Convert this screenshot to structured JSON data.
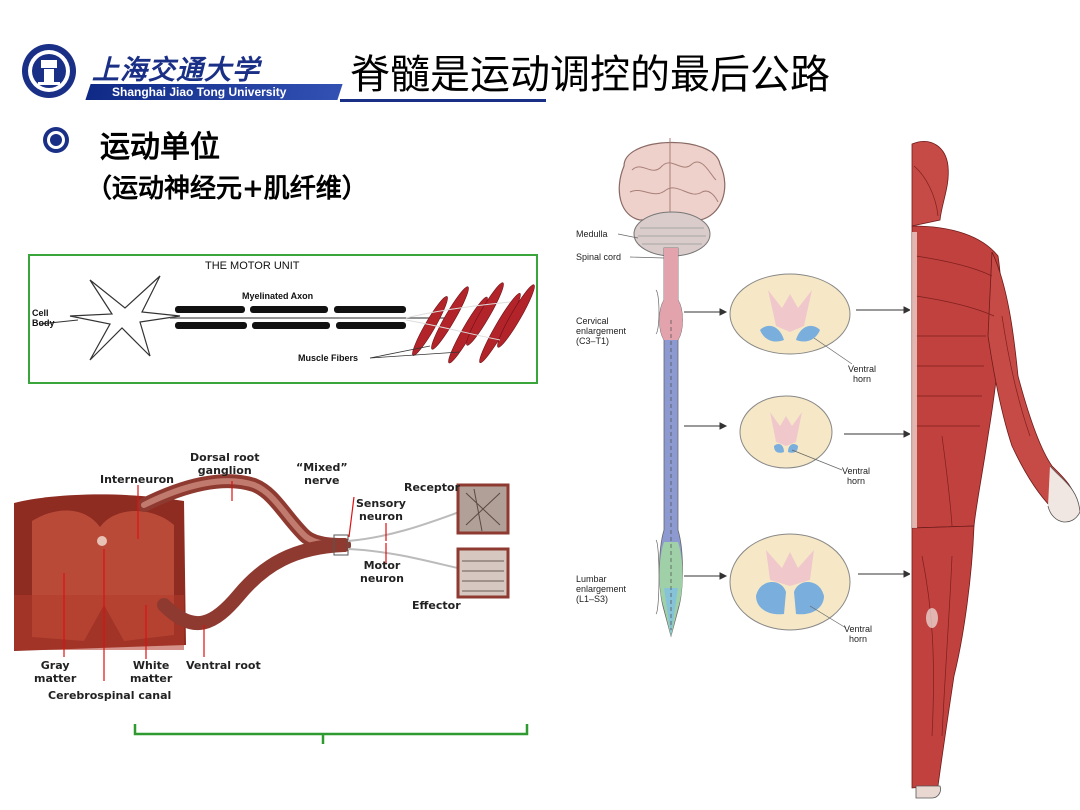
{
  "header": {
    "university_cn": "上海交通大学",
    "university_en": "Shanghai Jiao Tong University",
    "slide_title": "脊髓是运动调控的最后公路"
  },
  "bullet": {
    "heading": "运动单位",
    "subheading": "（运动神经元+肌纤维）"
  },
  "motor_unit_figure": {
    "title": "THE MOTOR UNIT",
    "axon_label": "Myelinated Axon",
    "cell_body_label": "Cell\nBody",
    "muscle_label": "Muscle Fibers",
    "border_color": "#3aa53a"
  },
  "reflex_figure": {
    "labels": {
      "dorsal_root_ganglion": "Dorsal root\nganglion",
      "interneuron": "Interneuron",
      "mixed_nerve": "“Mixed”\nnerve",
      "receptor": "Receptor",
      "sensory_neuron": "Sensory\nneuron",
      "motor_neuron": "Motor\nneuron",
      "effector": "Effector",
      "gray_matter": "Gray\nmatter",
      "white_matter": "White\nmatter",
      "ventral_root": "Ventral root",
      "cerebrospinal_canal": "Cerebrospinal canal"
    }
  },
  "cord_figure": {
    "labels": {
      "medulla": "Medulla",
      "spinal_cord": "Spinal cord",
      "cervical": "Cervical\nenlargement\n(C3–T1)",
      "lumbar": "Lumbar\nenlargement\n(L1–S3)",
      "ventral_horn": "Ventral\nhorn"
    }
  },
  "colors": {
    "brand_blue": "#1a2f86",
    "muscle_red": "#b3242a",
    "cord_pink": "#e3a3ad",
    "cord_blue": "#8d9ad2",
    "horn_blue": "#7aaedc"
  },
  "icons": [
    "university-seal-icon",
    "bullet-seal-icon"
  ]
}
